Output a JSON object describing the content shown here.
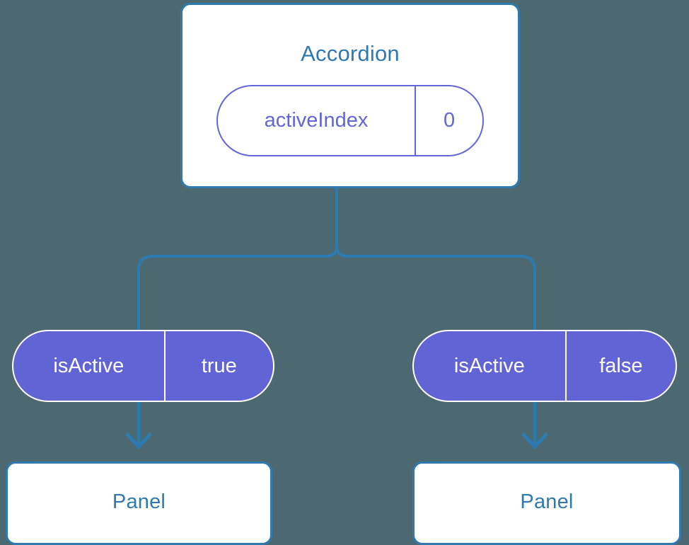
{
  "theme": {
    "background": "#4c6870",
    "card_bg": "#ffffff",
    "card_border": "#2e7aae",
    "card_text": "#2e7aae",
    "connector": "#2b7bb0",
    "pill_outline_color": "#6366d8",
    "pill_filled_bg": "#6064d4",
    "pill_filled_text": "#ffffff"
  },
  "tree": {
    "root": {
      "title": "Accordion",
      "prop": {
        "key": "activeIndex",
        "value": "0"
      }
    },
    "branches": [
      {
        "prop": {
          "key": "isActive",
          "value": "true"
        },
        "child": {
          "title": "Panel"
        }
      },
      {
        "prop": {
          "key": "isActive",
          "value": "false"
        },
        "child": {
          "title": "Panel"
        }
      }
    ]
  }
}
